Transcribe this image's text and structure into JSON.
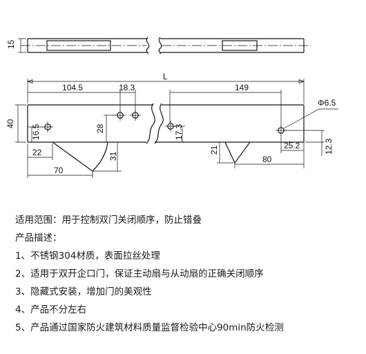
{
  "drawing": {
    "labels": {
      "thickness": "15",
      "length": "L",
      "height": "40",
      "dim_104_5": "104.5",
      "dim_18_3": "18.3",
      "dim_149": "149",
      "hole_dia": "Φ6.5",
      "dim_16_5": "16.5",
      "dim_28": "28",
      "dim_17_3": "17.3",
      "dim_22": "22",
      "dim_31": "31",
      "dim_70": "70",
      "dim_21": "21",
      "dim_80": "80",
      "dim_25_2": "25.2",
      "dim_12_3": "12.3"
    }
  },
  "description": {
    "scope": "适用范围：用于控制双门关闭顺序，防止错叠",
    "heading": "产品描述：",
    "features": [
      "1、不锈钢304材质，表面拉丝处理",
      "2、适用于双开企口门，保证主动扇与从动扇的正确关闭顺序",
      "3、隐藏式安装，增加门的美观性",
      "4、产品不分左右",
      "5、产品通过国家防火建筑材料质量监督检验中心90min防火检测"
    ]
  }
}
